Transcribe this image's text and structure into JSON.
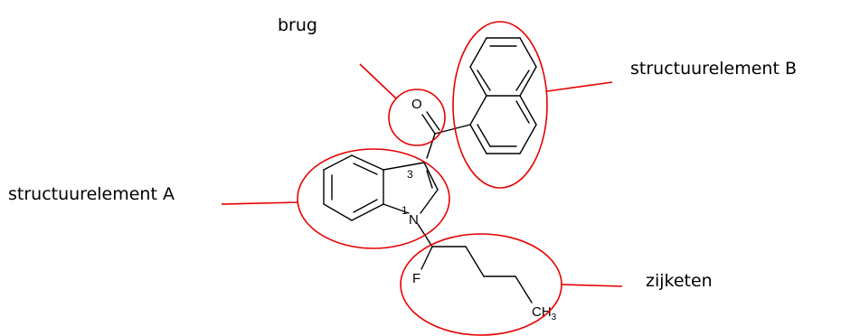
{
  "labels": {
    "brug": "brug",
    "element_b": "structuurelement B",
    "element_a": "structuurelement A",
    "zijketen": "zijketen"
  },
  "atoms": {
    "oxygen": "O",
    "nitrogen": "N",
    "fluorine": "F",
    "methyl": "CH",
    "methyl_sub": "3"
  },
  "numbering": {
    "pos1": "1",
    "pos3": "3"
  },
  "colors": {
    "highlight": "#e60000",
    "bond": "#000000"
  }
}
